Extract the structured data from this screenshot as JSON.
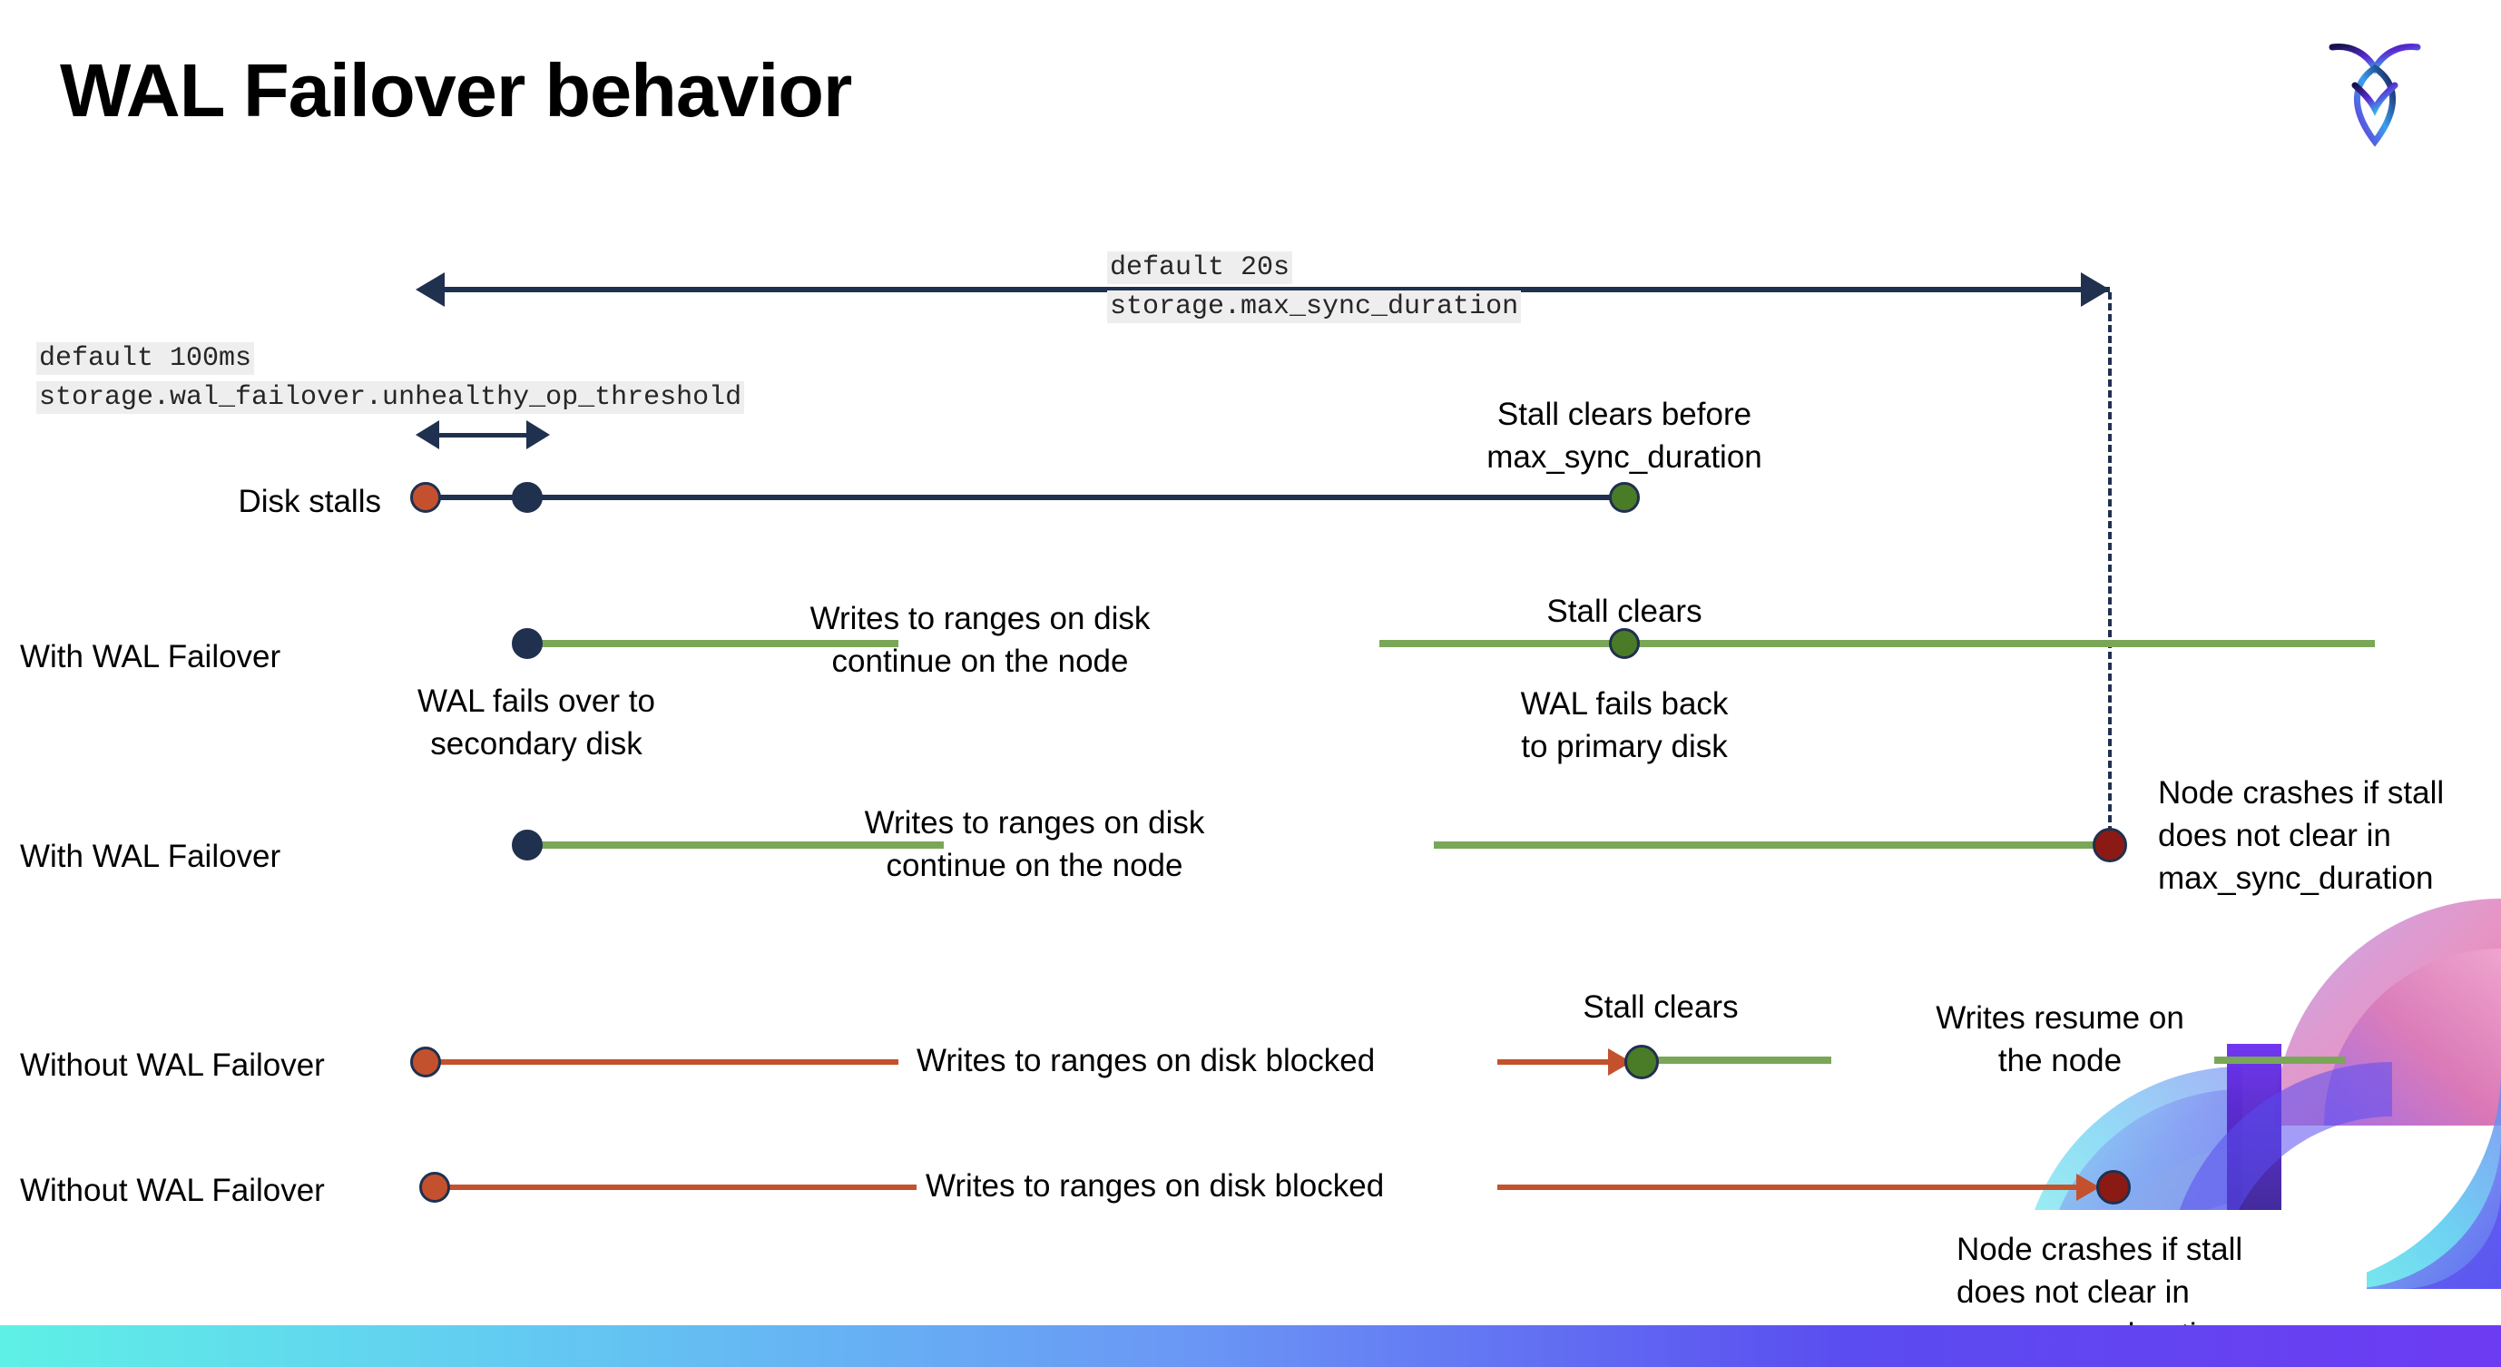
{
  "slide": {
    "title": "WAL Failover behavior",
    "logo_name": "cockroachdb-logo"
  },
  "annotations": {
    "max_sync": {
      "line1": "default 20s",
      "line2": "storage.max_sync_duration"
    },
    "unhealthy": {
      "line1": "default 100ms",
      "line2": "storage.wal_failover.unhealthy_op_threshold"
    }
  },
  "rows": [
    {
      "label": "Disk stalls",
      "note_above": "Stall clears before\nmax_sync_duration"
    },
    {
      "label": "With WAL Failover",
      "note_mid": "Writes to ranges on disk\ncontinue on the node",
      "note_stall": "Stall clears",
      "note_below_left": "WAL fails over to\nsecondary disk",
      "note_below_right": "WAL fails  back\nto primary disk"
    },
    {
      "label": "With WAL Failover",
      "note_mid": "Writes to ranges on disk\ncontinue on the node",
      "note_right": "Node crashes if stall\ndoes not clear in\nmax_sync_duration"
    },
    {
      "label": "Without WAL Failover",
      "note_mid": "Writes to ranges on disk  blocked",
      "note_stall": "Stall clears",
      "note_resume": "Writes resume on\nthe node"
    },
    {
      "label": "Without WAL Failover",
      "note_mid": "Writes to ranges on disk  blocked",
      "note_callout": "Node crashes if stall\ndoes not clear in\nmax_sync_duration"
    }
  ],
  "labels": {
    "disk_stalls": "Disk stalls",
    "with_wal_failover_1": "With WAL Failover",
    "with_wal_failover_2": "With WAL Failover",
    "without_wal_failover_1": "Without WAL Failover",
    "without_wal_failover_2": "Without WAL Failover",
    "stall_clears_before_l1": "Stall clears before",
    "stall_clears_before_l2": "max_sync_duration",
    "writes_continue_r1_l1": "Writes to ranges on disk",
    "writes_continue_r1_l2": "continue on the node",
    "stall_clears_r1": "Stall clears",
    "wal_fails_over_l1": "WAL fails over to",
    "wal_fails_over_l2": "secondary disk",
    "wal_fails_back_l1": "WAL fails  back",
    "wal_fails_back_l2": "to primary disk",
    "writes_continue_r2_l1": "Writes to ranges on disk",
    "writes_continue_r2_l2": "continue on the node",
    "node_crashes_r2_l1": "Node crashes if stall",
    "node_crashes_r2_l2": "does not clear in",
    "node_crashes_r2_l3": "max_sync_duration",
    "stall_clears_r4": "Stall clears",
    "writes_blocked_r4": "Writes to ranges on disk  blocked",
    "writes_resume_l1": "Writes resume on",
    "writes_resume_l2": "the node",
    "writes_blocked_r5": "Writes to ranges on disk  blocked",
    "node_crashes_r5_l1": "Node crashes if stall",
    "node_crashes_r5_l2": "does not clear in",
    "node_crashes_r5_l3": "max_sync_duration"
  },
  "colors": {
    "navy": "#20304f",
    "green_line": "#7aa757",
    "green_dot": "#4a7c28",
    "orange": "#c4512e",
    "dark_red": "#8b1a14",
    "code_bg": "#eeeeee",
    "bar_gradient_start": "#5ef0e6",
    "bar_gradient_end": "#6d3bf2"
  }
}
